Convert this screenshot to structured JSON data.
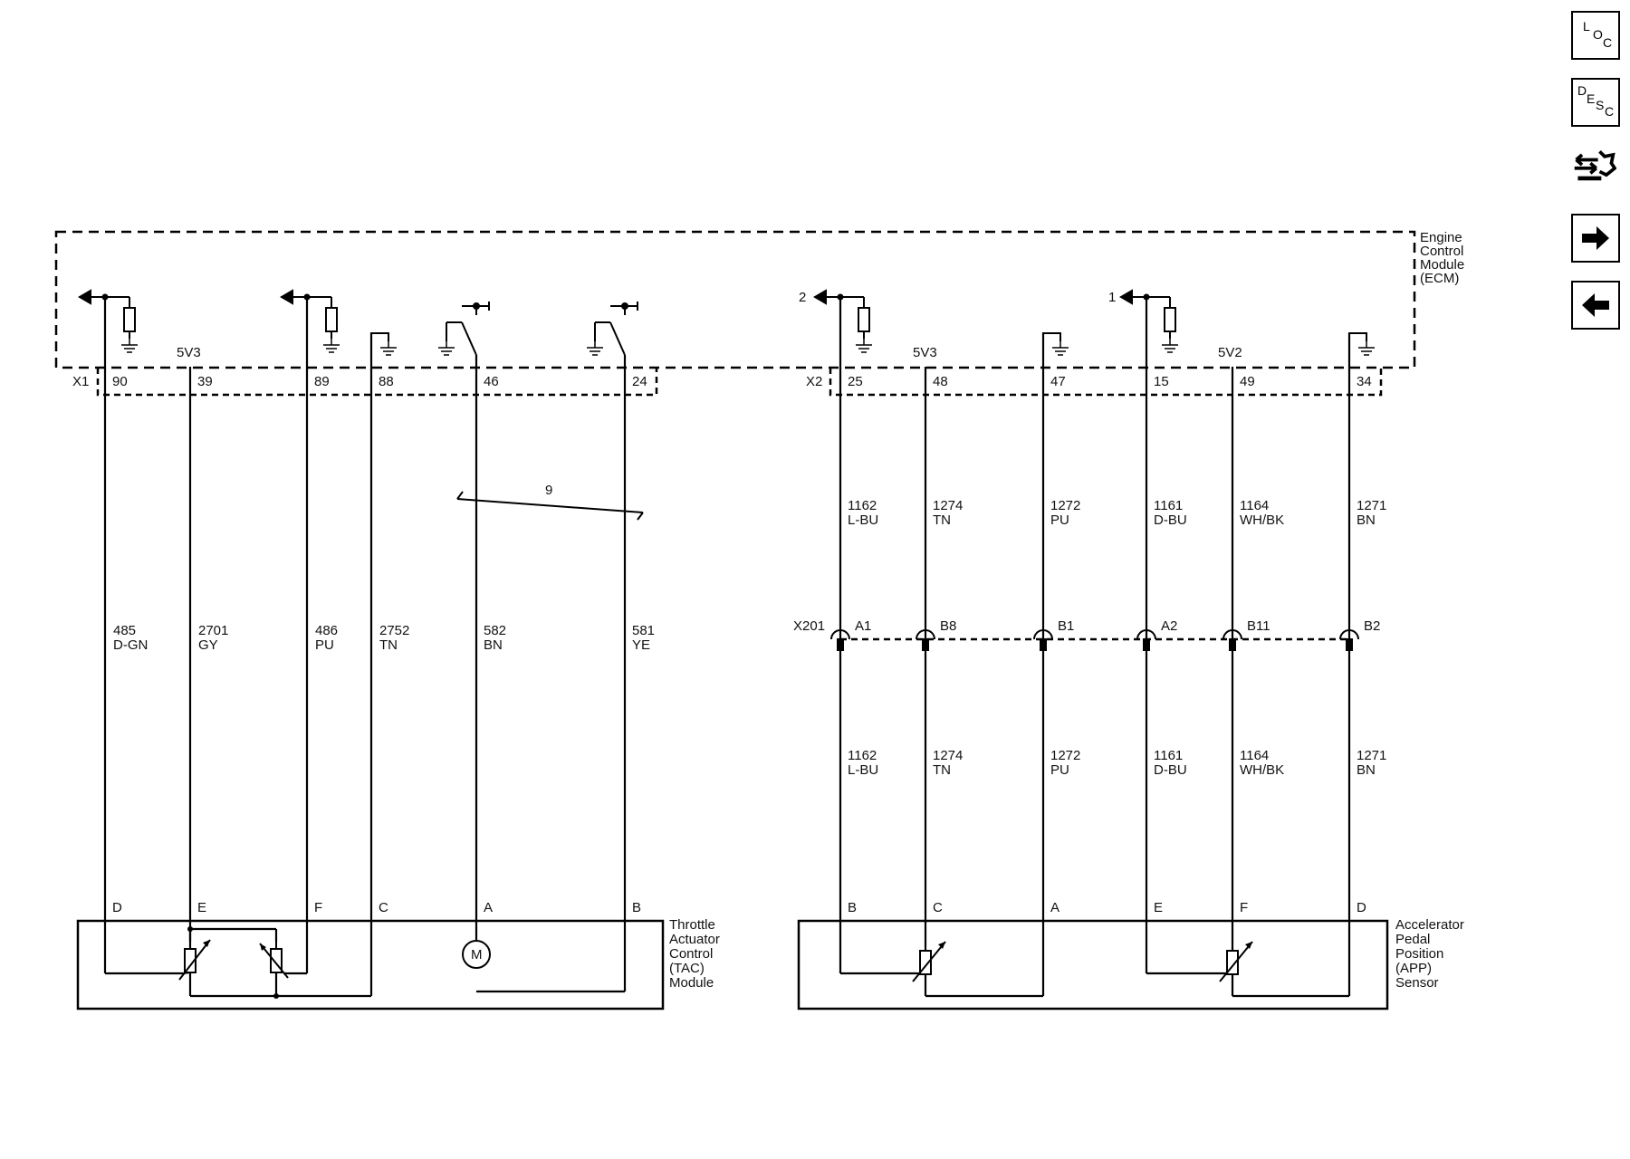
{
  "ecm": {
    "name_lines": [
      "Engine",
      "Control",
      "Module",
      "(ECM)"
    ],
    "connector_x1": "X1",
    "connector_x2": "X2",
    "supply_5v3": "5V3",
    "supply_5v2": "5V2",
    "ref_2": "2",
    "ref_1": "1"
  },
  "tac": {
    "name_lines": [
      "Throttle",
      "Actuator",
      "Control",
      "(TAC)",
      "Module"
    ],
    "motor_label": "M",
    "twisted_pair_label": "9",
    "circuits": [
      {
        "pin": "90",
        "circuit": "485",
        "color": "D-GN",
        "terminal": "D"
      },
      {
        "pin": "39",
        "circuit": "2701",
        "color": "GY",
        "terminal": "E"
      },
      {
        "pin": "89",
        "circuit": "486",
        "color": "PU",
        "terminal": "F"
      },
      {
        "pin": "88",
        "circuit": "2752",
        "color": "TN",
        "terminal": "C"
      },
      {
        "pin": "46",
        "circuit": "582",
        "color": "BN",
        "terminal": "A"
      },
      {
        "pin": "24",
        "circuit": "581",
        "color": "YE",
        "terminal": "B"
      }
    ]
  },
  "app": {
    "name_lines": [
      "Accelerator",
      "Pedal",
      "Position",
      "(APP)",
      "Sensor"
    ],
    "inline_connector": "X201",
    "circuits": [
      {
        "pin": "25",
        "circuit": "1162",
        "color": "L-BU",
        "inline_pin": "A1",
        "terminal": "B"
      },
      {
        "pin": "48",
        "circuit": "1274",
        "color": "TN",
        "inline_pin": "B8",
        "terminal": "C"
      },
      {
        "pin": "47",
        "circuit": "1272",
        "color": "PU",
        "inline_pin": "B1",
        "terminal": "A"
      },
      {
        "pin": "15",
        "circuit": "1161",
        "color": "D-BU",
        "inline_pin": "A2",
        "terminal": "E"
      },
      {
        "pin": "49",
        "circuit": "1164",
        "color": "WH/BK",
        "inline_pin": "B11",
        "terminal": "F"
      },
      {
        "pin": "34",
        "circuit": "1271",
        "color": "BN",
        "inline_pin": "B2",
        "terminal": "D"
      }
    ]
  },
  "nav": {
    "loc": {
      "l1": "L",
      "l2": "O",
      "l3": "C",
      "icon": "location-icon"
    },
    "desc": {
      "l1": "D",
      "l2": "E",
      "l3": "S",
      "l4": "C",
      "icon": "description-icon"
    },
    "connector_icon": "connector-view-icon",
    "next_icon": "arrow-right-icon",
    "prev_icon": "arrow-left-icon"
  }
}
